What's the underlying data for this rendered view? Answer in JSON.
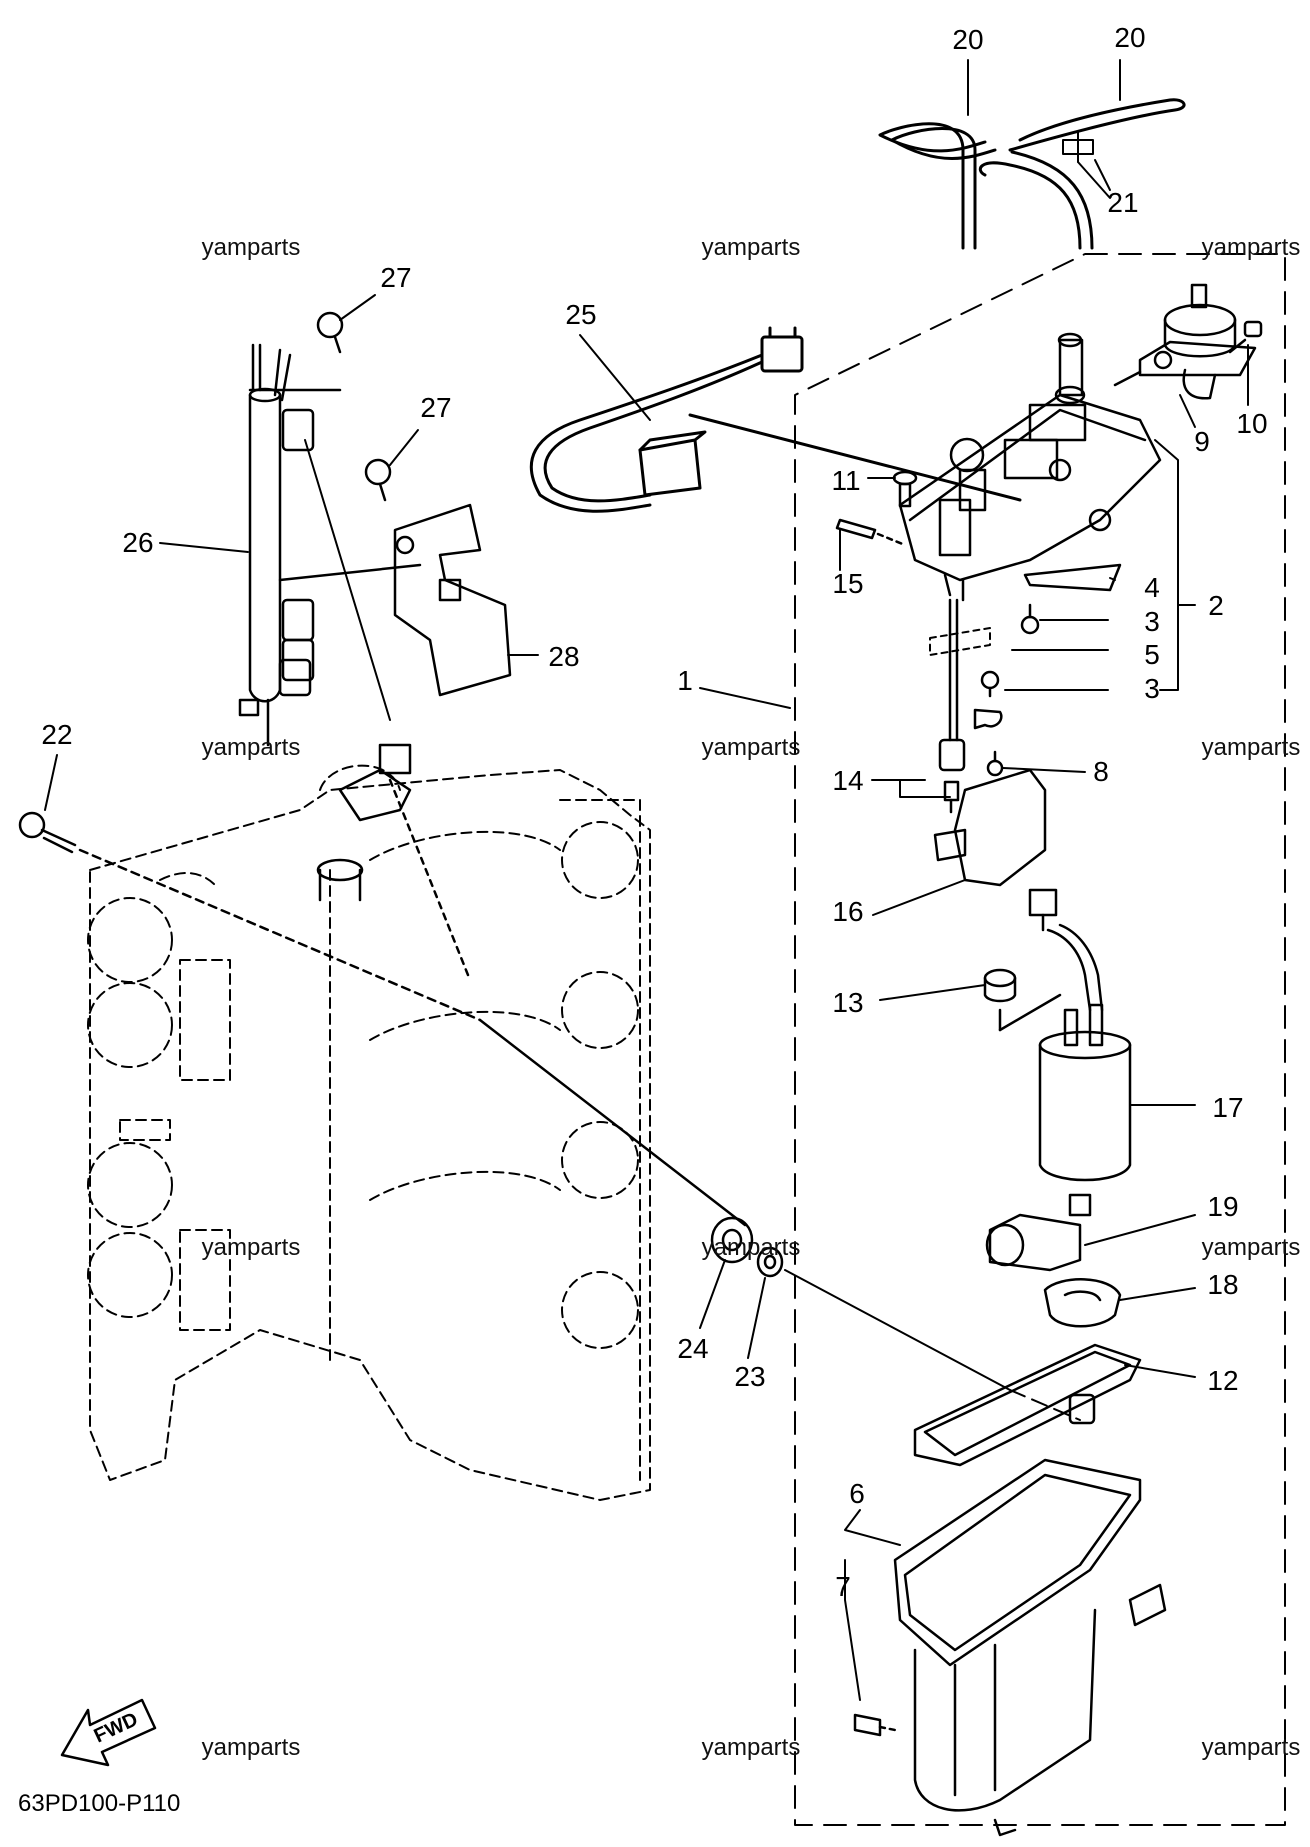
{
  "diagram": {
    "drawing_code": "63PD100-P110",
    "fwd_label": "FWD",
    "watermark": "yamparts",
    "callouts": [
      "20",
      "20",
      "21",
      "27",
      "27",
      "25",
      "26",
      "28",
      "9",
      "10",
      "11",
      "15",
      "4",
      "2",
      "3",
      "5",
      "3",
      "1",
      "8",
      "14",
      "22",
      "16",
      "13",
      "17",
      "19",
      "18",
      "12",
      "24",
      "23",
      "6",
      "7"
    ]
  }
}
